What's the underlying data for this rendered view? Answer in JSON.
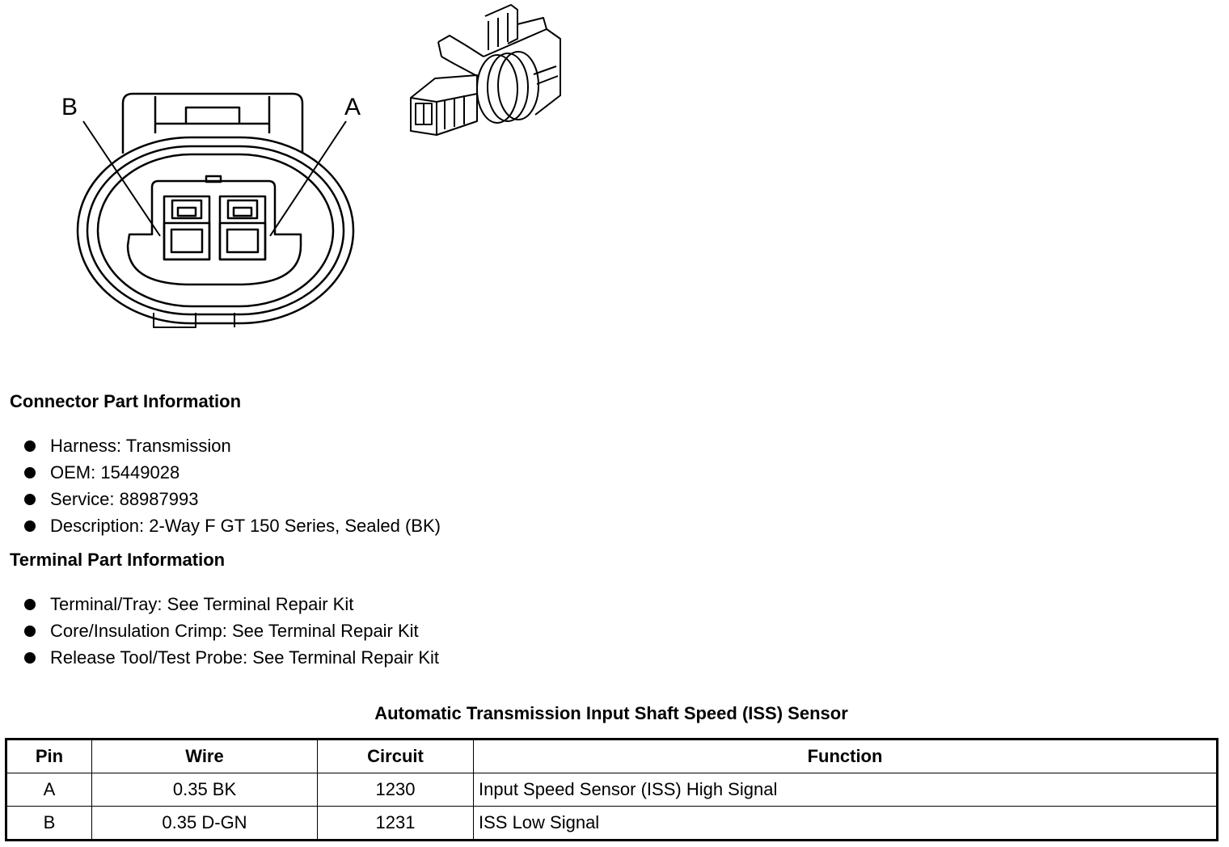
{
  "connector": {
    "pin_labels": [
      "B",
      "A"
    ]
  },
  "connector_part_info": {
    "title": "Connector Part Information",
    "items": [
      "Harness: Transmission",
      "OEM: 15449028",
      "Service: 88987993",
      "Description: 2-Way F GT 150 Series, Sealed (BK)"
    ]
  },
  "terminal_part_info": {
    "title": "Terminal Part Information",
    "items": [
      "Terminal/Tray: See Terminal Repair Kit",
      "Core/Insulation Crimp: See Terminal Repair Kit",
      "Release Tool/Test Probe: See Terminal Repair Kit"
    ]
  },
  "pin_table": {
    "title": "Automatic Transmission Input Shaft Speed (ISS) Sensor",
    "headers": [
      "Pin",
      "Wire",
      "Circuit",
      "Function"
    ],
    "rows": [
      [
        "A",
        "0.35 BK",
        "1230",
        "Input Speed Sensor (ISS) High Signal"
      ],
      [
        "B",
        "0.35 D-GN",
        "1231",
        "ISS Low Signal"
      ]
    ]
  }
}
